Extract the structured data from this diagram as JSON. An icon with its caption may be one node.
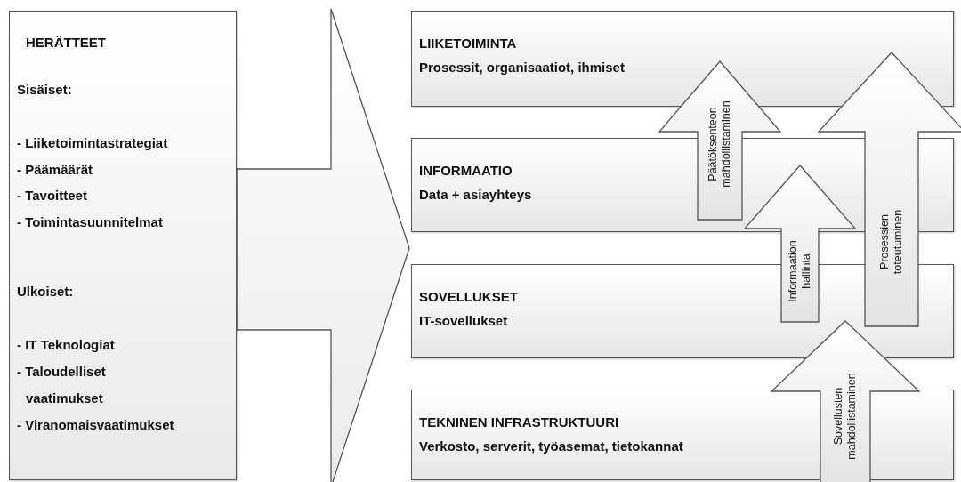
{
  "diagram": {
    "nodes": [
      {
        "text": [
          "HERÄTTEET",
          "Sisäiset:",
          "- Liiketoimintastrategiat",
          "- Päämäärät",
          "- Tavoitteet",
          "- Toimintasuunnitelmat",
          "Ulkoiset:",
          "- IT Teknologiat",
          "- Taloudelliset vaatimukset",
          "- Viranomaisvaatimukset"
        ]
      },
      {
        "text": [
          "LIIKETOIMINTA",
          "Prosessit, organisaatiot, ihmiset"
        ]
      },
      {
        "text": [
          "INFORMAATIO",
          "Data + asiayhteys"
        ]
      },
      {
        "text": [
          "SOVELLUKSET",
          "IT-sovellukset"
        ]
      },
      {
        "text": [
          "TEKNINEN INFRASTRUKTUURI",
          "Verkosto, serverit, työasemat, tietokannat"
        ]
      }
    ],
    "edges": [
      {
        "from": 0,
        "to": null,
        "arrow": "to"
      },
      {
        "from": 2,
        "to": 1,
        "arrow": "to",
        "label": "Päätöksenteon mahdollistaminen"
      },
      {
        "from": 3,
        "to": 1,
        "arrow": "to",
        "label": "Prosessien toteutuminen"
      },
      {
        "from": 3,
        "to": 2,
        "arrow": "to",
        "label": "Informaation hallinta"
      },
      {
        "from": 4,
        "to": 3,
        "arrow": "to",
        "label": "Sovellusten mahdollistaminen"
      }
    ]
  }
}
